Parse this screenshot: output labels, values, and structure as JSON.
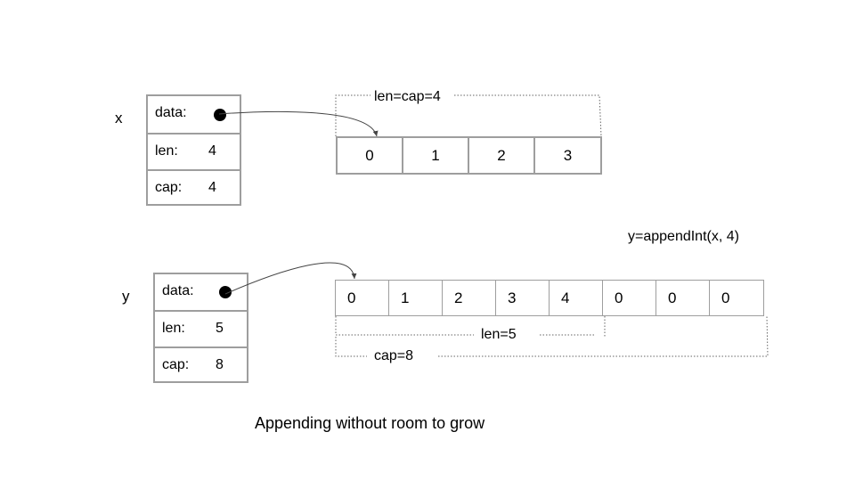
{
  "x_slice": {
    "name": "x",
    "header": [
      {
        "label": "data:",
        "value": ""
      },
      {
        "label": "len:",
        "value": "4"
      },
      {
        "label": "cap:",
        "value": "4"
      }
    ],
    "array": [
      "0",
      "1",
      "2",
      "3"
    ],
    "bracket_label": "len=cap=4"
  },
  "y_slice": {
    "name": "y",
    "header": [
      {
        "label": "data:",
        "value": ""
      },
      {
        "label": "len:",
        "value": "5"
      },
      {
        "label": "cap:",
        "value": "8"
      }
    ],
    "array": [
      "0",
      "1",
      "2",
      "3",
      "4",
      "0",
      "0",
      "0"
    ],
    "len_label": "len=5",
    "cap_label": "cap=8"
  },
  "operation": "y=appendInt(x, 4)",
  "caption": "Appending without room to grow"
}
